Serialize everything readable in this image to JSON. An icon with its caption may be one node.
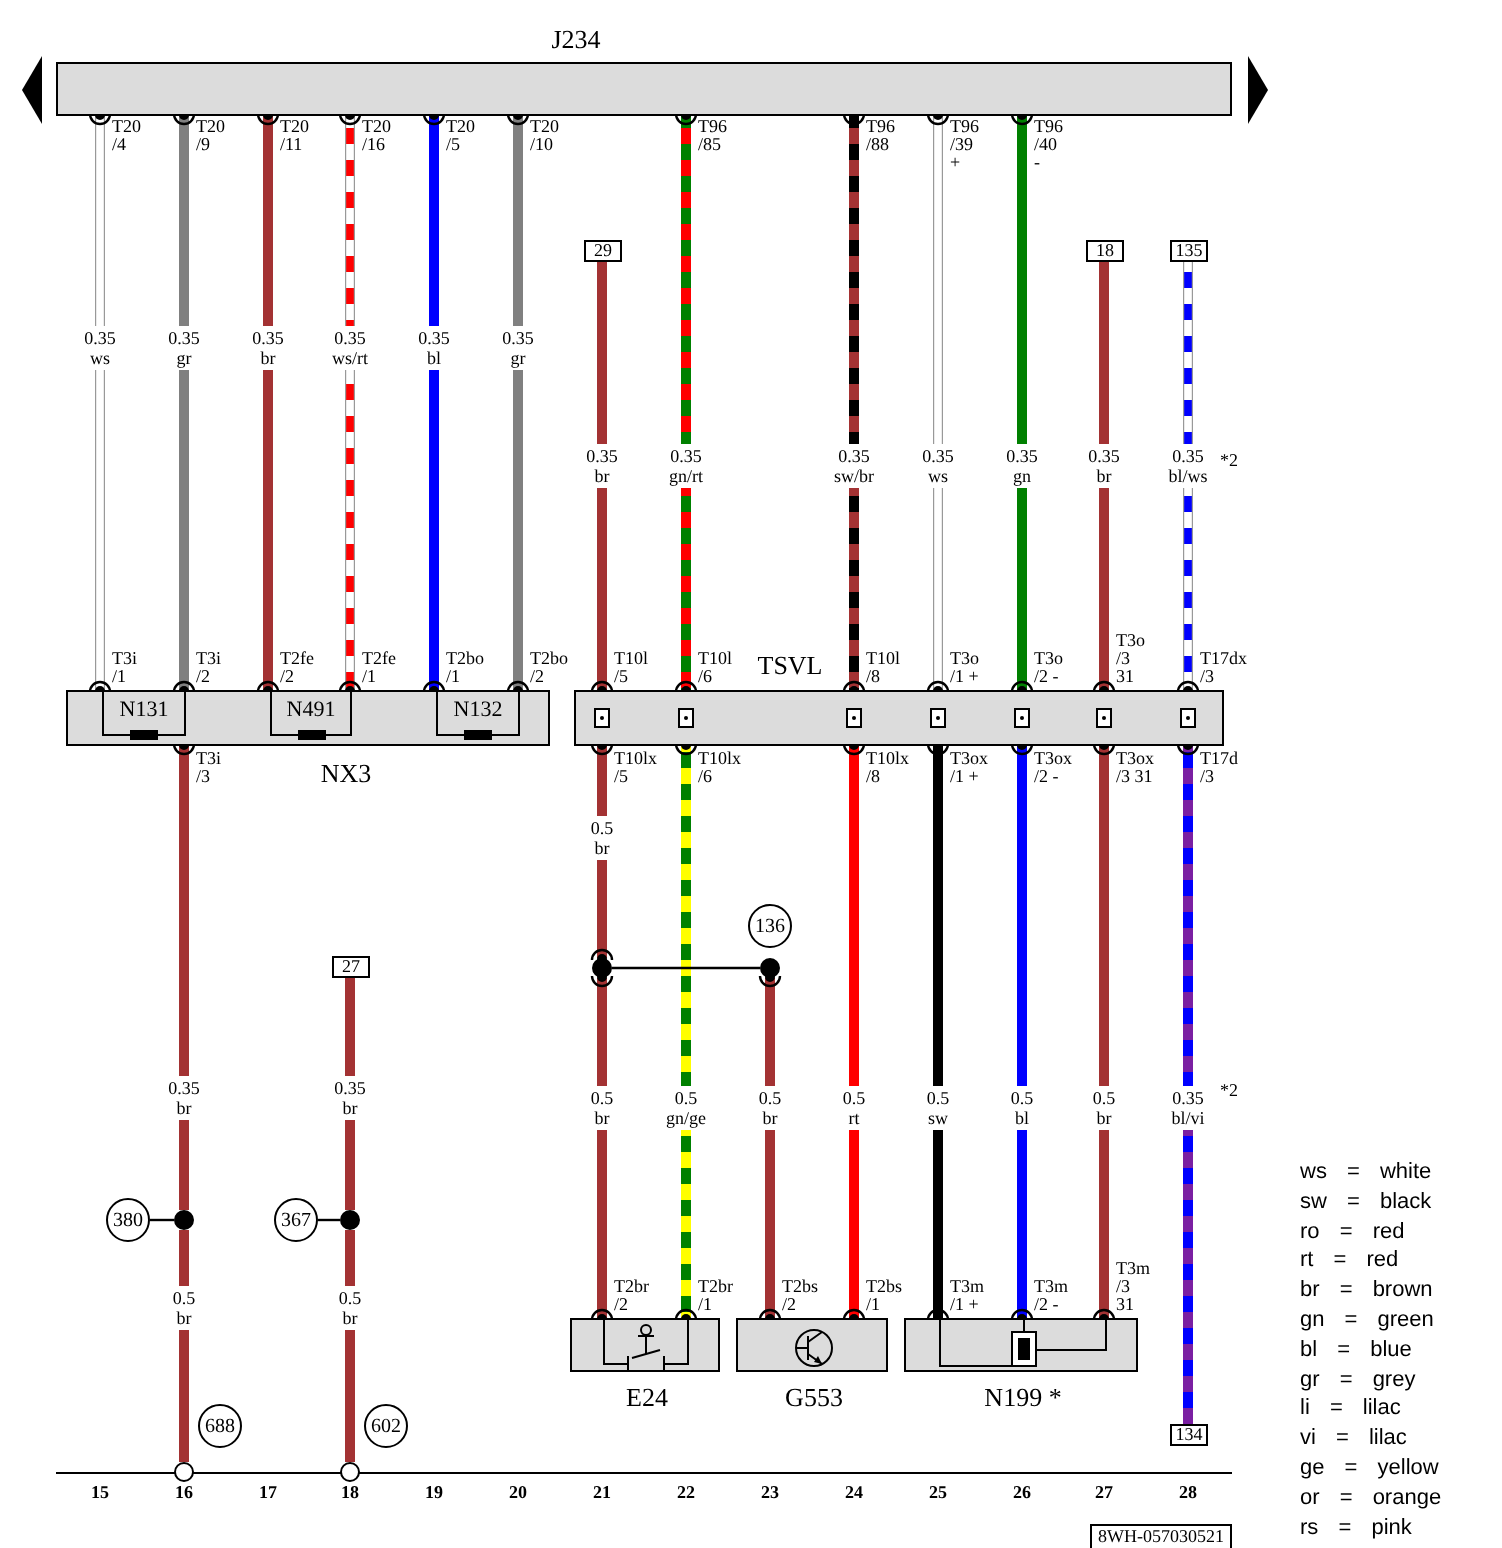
{
  "diagram": {
    "nodes": [
      {
        "text": [
          "J234"
        ]
      },
      {
        "text": [
          "29"
        ]
      },
      {
        "text": [
          "18"
        ]
      },
      {
        "text": [
          "135"
        ]
      },
      {
        "text": [
          "NX3"
        ]
      },
      {
        "text": [
          "N131"
        ],
        "in": 4
      },
      {
        "text": [
          "N491"
        ],
        "in": 4
      },
      {
        "text": [
          "N132"
        ],
        "in": 4
      },
      {
        "text": [
          "TSVL"
        ]
      },
      {
        "text": [
          "136"
        ]
      },
      {
        "text": [
          "27"
        ]
      },
      {
        "text": [],
        "shape": "circle"
      },
      {
        "text": [],
        "shape": "circle"
      },
      {
        "text": [
          "380"
        ]
      },
      {
        "text": [],
        "shape": "circle"
      },
      {
        "text": [
          "367"
        ]
      },
      {
        "text": [],
        "shape": "circle"
      },
      {
        "text": [
          "E24"
        ]
      },
      {
        "text": [
          "G553"
        ]
      },
      {
        "text": [
          "N199 *"
        ]
      },
      {
        "text": [
          "688"
        ]
      },
      {
        "text": [
          "602"
        ]
      },
      {
        "text": [
          "134"
        ]
      },
      {
        "text": [],
        "shape": "circle"
      },
      {
        "text": [],
        "shape": "circle"
      }
    ],
    "edges": [
      {
        "from": 0,
        "to": 5,
        "arrow": "other",
        "label": "0.35 ws",
        "color": "#ffffff"
      },
      {
        "from": 0,
        "to": 5,
        "arrow": "other",
        "label": "0.35 gr",
        "color": "#808080"
      },
      {
        "from": 0,
        "to": 6,
        "arrow": "other",
        "label": "0.35 br",
        "color": "#a33233"
      },
      {
        "from": 0,
        "to": 6,
        "arrow": "other",
        "label": "0.35 ws/rt",
        "color": "#ffffff"
      },
      {
        "from": 0,
        "to": 7,
        "arrow": "other",
        "label": "0.35 bl",
        "color": "#0000ff"
      },
      {
        "from": 0,
        "to": 7,
        "arrow": "other",
        "label": "0.35 gr",
        "color": "#808080"
      },
      {
        "from": 1,
        "to": 8,
        "arrow": "other",
        "label": "0.35 br",
        "color": "#a33233"
      },
      {
        "from": 0,
        "to": 8,
        "arrow": "other",
        "label": "0.35 gn/rt",
        "color": "#008000"
      },
      {
        "from": 0,
        "to": 8,
        "arrow": "other",
        "label": "0.35 sw/br",
        "color": "#000000"
      },
      {
        "from": 0,
        "to": 8,
        "arrow": "other",
        "label": "0.35 ws",
        "color": "#ffffff"
      },
      {
        "from": 0,
        "to": 8,
        "arrow": "other",
        "label": "0.35 gn",
        "color": "#008000"
      },
      {
        "from": 2,
        "to": 8,
        "arrow": "other",
        "label": "0.35 br",
        "color": "#a33233"
      },
      {
        "from": 3,
        "to": 8,
        "arrow": "other",
        "label": "0.35 bl/ws",
        "color": "#0000ff"
      },
      {
        "from": 4,
        "to": 14,
        "arrow": "other",
        "label": "0.35 br",
        "color": "#a33233"
      },
      {
        "from": 14,
        "to": 23,
        "arrow": "none",
        "label": "0.5 br",
        "color": "#a33233"
      },
      {
        "from": 13,
        "to": 14,
        "arrow": "none",
        "color": "#000000"
      },
      {
        "from": 10,
        "to": 16,
        "arrow": "none",
        "label": "0.35 br",
        "color": "#a33233"
      },
      {
        "from": 16,
        "to": 24,
        "arrow": "none",
        "label": "0.5 br",
        "color": "#a33233"
      },
      {
        "from": 15,
        "to": 16,
        "arrow": "none",
        "color": "#000000"
      },
      {
        "from": 8,
        "to": 11,
        "arrow": "other",
        "label": "0.5 br",
        "color": "#a33233"
      },
      {
        "from": 11,
        "to": 17,
        "arrow": "other",
        "label": "0.5 br",
        "color": "#a33233"
      },
      {
        "from": 8,
        "to": 17,
        "arrow": "other",
        "label": "0.5 gn/ge",
        "color": "#008000"
      },
      {
        "from": 11,
        "to": 12,
        "arrow": "none",
        "color": "#000000"
      },
      {
        "from": 12,
        "to": 18,
        "arrow": "other",
        "label": "0.5 br",
        "color": "#a33233"
      },
      {
        "from": 8,
        "to": 18,
        "arrow": "other",
        "label": "0.5 rt",
        "color": "#ff0000"
      },
      {
        "from": 8,
        "to": 19,
        "arrow": "other",
        "label": "0.5 sw",
        "color": "#000000"
      },
      {
        "from": 8,
        "to": 19,
        "arrow": "other",
        "label": "0.5 bl",
        "color": "#0000ff"
      },
      {
        "from": 8,
        "to": 19,
        "arrow": "other",
        "label": "0.5 br",
        "color": "#a33233"
      },
      {
        "from": 8,
        "to": 22,
        "arrow": "other",
        "label": "0.35 bl/vi",
        "color": "#0000ff"
      }
    ],
    "labels": [
      "T20 /4",
      "T20 /9",
      "T20 /11",
      "T20 /16",
      "T20 /5",
      "T20 /10",
      "T96 /85",
      "T96 /88",
      "T96 /39 +",
      "T96 /40 -",
      "*2",
      "T3i /1",
      "T3i /2",
      "T2fe /2",
      "T2fe /1",
      "T2bo /1",
      "T2bo /2",
      "T10l /5",
      "T10l /6",
      "T10l /8",
      "T3o /1 +",
      "T3o /2 -",
      "T3o /3 31",
      "T17dx /3",
      "T3i /3",
      "T10lx /5",
      "T10lx /6",
      "T10lx /8",
      "T3ox /1 +",
      "T3ox /2 -",
      "T3ox /3 31",
      "T17d /3",
      "*2",
      "T2br /2",
      "T2br /1",
      "T2bs /2",
      "T2bs /1",
      "T3m /1 +",
      "T3m /2 -",
      "T3m /3 31",
      "15",
      "16",
      "17",
      "18",
      "19",
      "20",
      "21",
      "22",
      "23",
      "24",
      "25",
      "26",
      "27",
      "28",
      "8WH-057030521"
    ],
    "legend": [
      {
        "text": "ws = white"
      },
      {
        "text": "sw = black"
      },
      {
        "text": "ro = red"
      },
      {
        "text": "rt = red"
      },
      {
        "text": "br = brown"
      },
      {
        "text": "gn = green"
      },
      {
        "text": "bl = blue"
      },
      {
        "text": "gr = grey"
      },
      {
        "text": "li = lilac"
      },
      {
        "text": "vi = lilac"
      },
      {
        "text": "ge = yellow"
      },
      {
        "text": "or = orange"
      },
      {
        "text": "rs = pink"
      }
    ]
  }
}
